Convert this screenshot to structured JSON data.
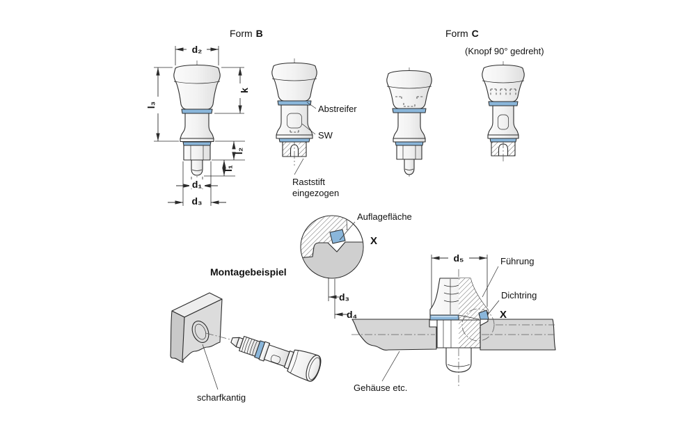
{
  "colors": {
    "line": "#2b2b2b",
    "seal_blue": "#8ab6da",
    "plate_gray": "#d6d6d6",
    "detail_gray": "#cfcfcf",
    "body_light": "#f4f4f4"
  },
  "form_b": {
    "title_prefix": "Form",
    "title_letter": "B"
  },
  "form_c": {
    "title_prefix": "Form",
    "title_letter": "C",
    "subtitle": "(Knopf 90° gedreht)"
  },
  "callouts": {
    "abstreifer": "Abstreifer",
    "sw": "SW",
    "raststift_line1": "Raststift",
    "raststift_line2": "eingezogen"
  },
  "dimensions": {
    "d1": "d₁",
    "d2": "d₂",
    "d3": "d₃",
    "d4": "d₄",
    "d5": "d₅",
    "k": "k",
    "l1": "l₁",
    "l2": "l₂",
    "l3": "l₃"
  },
  "detail_x": {
    "label": "Auflagefläche",
    "marker": "X"
  },
  "montage": {
    "title": "Montagebeispiel",
    "sharp_edge_label": "scharfkantig"
  },
  "cross_section": {
    "fuehrung": "Führung",
    "dichtring": "Dichtring",
    "gehaeuse": "Gehäuse etc.",
    "marker": "X"
  }
}
